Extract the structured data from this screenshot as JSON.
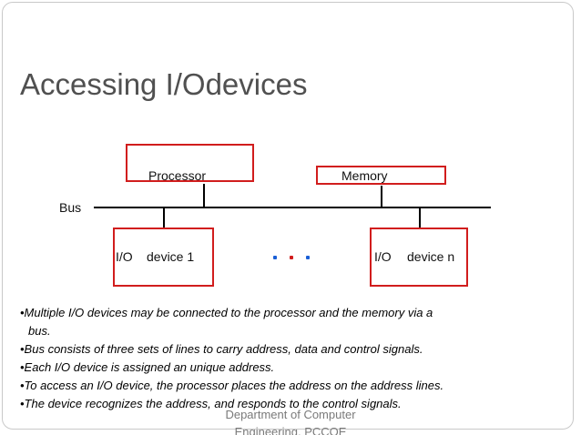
{
  "slide": {
    "title": "Accessing I/Odevices",
    "diagram": {
      "processor_label": "Processor",
      "memory_label": "Memory",
      "bus_label": "Bus",
      "device1_io": "I/O",
      "device1_name": "device 1",
      "devicen_io": "I/O",
      "devicen_name": "device n",
      "box_color": "#d11d1d",
      "ellipsis_colors": [
        "#1a5fd6",
        "#d11d1d",
        "#1a5fd6"
      ]
    },
    "bullets": [
      "•Multiple I/O devices may be connected to the processor and the memory via a",
      "bus.",
      "•Bus consists of three sets of lines to carry address, data and control signals.",
      "•Each I/O device is assigned an unique address.",
      "•To access an I/O device, the processor places the address on the address lines.",
      "•The device recognizes the address, and responds to the control signals."
    ],
    "footer": {
      "line1": "Department of Computer",
      "line2": "Engineering, PCCOE"
    }
  }
}
